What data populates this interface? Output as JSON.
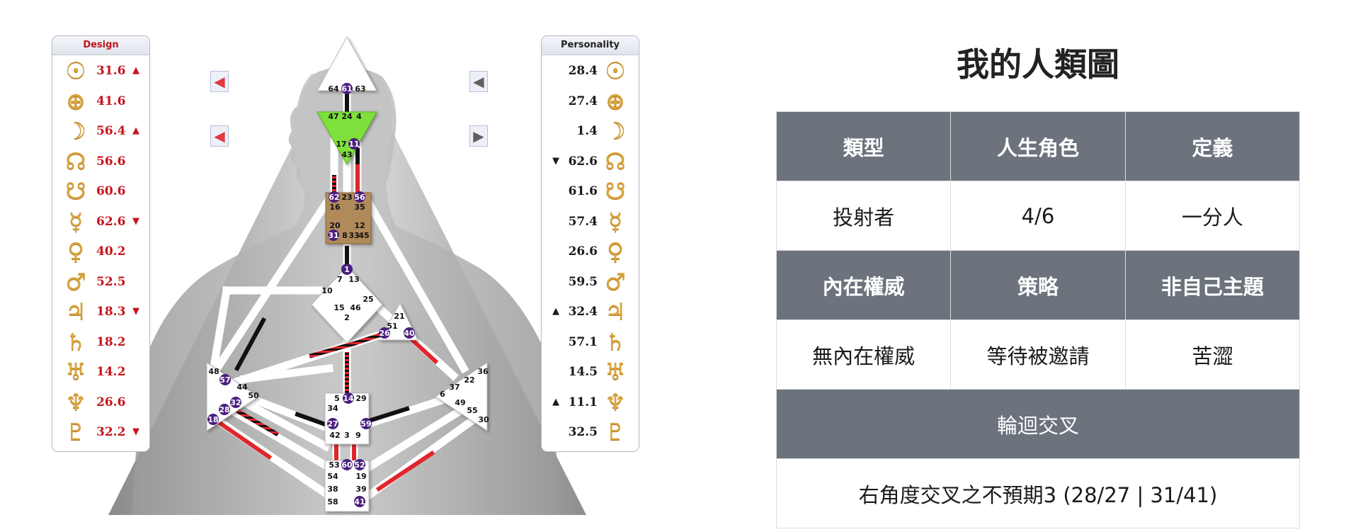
{
  "design_panel": {
    "title": "Design",
    "rows": [
      {
        "icon": "sun-icon",
        "glyph": "☉",
        "value": "31.6",
        "arrow": "▲"
      },
      {
        "icon": "earth-icon",
        "glyph": "⊕",
        "value": "41.6",
        "arrow": ""
      },
      {
        "icon": "moon-icon",
        "glyph": "☽",
        "value": "56.4",
        "arrow": "▲"
      },
      {
        "icon": "north-node-icon",
        "glyph": "☊",
        "value": "56.6",
        "arrow": ""
      },
      {
        "icon": "south-node-icon",
        "glyph": "☋",
        "value": "60.6",
        "arrow": ""
      },
      {
        "icon": "mercury-icon",
        "glyph": "☿",
        "value": "62.6",
        "arrow": "▼"
      },
      {
        "icon": "venus-icon",
        "glyph": "♀",
        "value": "40.2",
        "arrow": ""
      },
      {
        "icon": "mars-icon",
        "glyph": "♂",
        "value": "52.5",
        "arrow": ""
      },
      {
        "icon": "jupiter-icon",
        "glyph": "♃",
        "value": "18.3",
        "arrow": "▼"
      },
      {
        "icon": "saturn-icon",
        "glyph": "♄",
        "value": "18.2",
        "arrow": ""
      },
      {
        "icon": "uranus-icon",
        "glyph": "♅",
        "value": "14.2",
        "arrow": ""
      },
      {
        "icon": "neptune-icon",
        "glyph": "♆",
        "value": "26.6",
        "arrow": ""
      },
      {
        "icon": "pluto-icon",
        "glyph": "♇",
        "value": "32.2",
        "arrow": "▼"
      }
    ]
  },
  "personality_panel": {
    "title": "Personality",
    "rows": [
      {
        "icon": "sun-icon",
        "glyph": "☉",
        "value": "28.4",
        "arrow": ""
      },
      {
        "icon": "earth-icon",
        "glyph": "⊕",
        "value": "27.4",
        "arrow": ""
      },
      {
        "icon": "moon-icon",
        "glyph": "☽",
        "value": "1.4",
        "arrow": ""
      },
      {
        "icon": "north-node-icon",
        "glyph": "☊",
        "value": "62.6",
        "arrow": "▼"
      },
      {
        "icon": "south-node-icon",
        "glyph": "☋",
        "value": "61.6",
        "arrow": ""
      },
      {
        "icon": "mercury-icon",
        "glyph": "☿",
        "value": "57.4",
        "arrow": ""
      },
      {
        "icon": "venus-icon",
        "glyph": "♀",
        "value": "26.6",
        "arrow": ""
      },
      {
        "icon": "mars-icon",
        "glyph": "♂",
        "value": "59.5",
        "arrow": ""
      },
      {
        "icon": "jupiter-icon",
        "glyph": "♃",
        "value": "32.4",
        "arrow": "▲"
      },
      {
        "icon": "saturn-icon",
        "glyph": "♄",
        "value": "57.1",
        "arrow": ""
      },
      {
        "icon": "uranus-icon",
        "glyph": "♅",
        "value": "14.5",
        "arrow": ""
      },
      {
        "icon": "neptune-icon",
        "glyph": "♆",
        "value": "11.1",
        "arrow": "▲"
      },
      {
        "icon": "pluto-icon",
        "glyph": "♇",
        "value": "32.5",
        "arrow": ""
      }
    ]
  },
  "nav_buttons": {
    "design_top": {
      "icon": "arrow-left-icon",
      "glyph": "◀"
    },
    "design_bottom": {
      "icon": "arrow-left-icon",
      "glyph": "◀"
    },
    "personality_top": {
      "icon": "arrow-left-icon",
      "glyph": "◀"
    },
    "personality_bottom": {
      "icon": "arrow-right-icon",
      "glyph": "▶"
    }
  },
  "title": "我的人類圖",
  "info": {
    "type_label": "類型",
    "type_value": "投射者",
    "profile_label": "人生角色",
    "profile_value": "4/6",
    "definition_label": "定義",
    "definition_value": "一分人",
    "authority_label": "內在權威",
    "authority_value": "無內在權威",
    "strategy_label": "策略",
    "strategy_value": "等待被邀請",
    "notself_label": "非自己主題",
    "notself_value": "苦澀",
    "cross_label": "輪迴交叉",
    "cross_value": "右角度交叉之不預期3 (28/27 | 31/41)"
  },
  "colors": {
    "defined_head_center": "#ffffff",
    "defined_ajna_center": "#7ee13a",
    "defined_g_center": "#ffffff",
    "throat_center": "#b08a5a",
    "undefined_center": "#ffffff",
    "design_activation": "#e0262c",
    "personality_activation": "#111111",
    "gate_marker": "#4a1f7e",
    "table_header_bg": "#6c737d"
  },
  "bodygraph": {
    "gates": [
      {
        "num": "64",
        "marked": false
      },
      {
        "num": "61",
        "marked": true
      },
      {
        "num": "63",
        "marked": false
      },
      {
        "num": "47",
        "marked": false
      },
      {
        "num": "24",
        "marked": false
      },
      {
        "num": "4",
        "marked": false
      },
      {
        "num": "17",
        "marked": false
      },
      {
        "num": "11",
        "marked": true
      },
      {
        "num": "43",
        "marked": false
      },
      {
        "num": "62",
        "marked": true
      },
      {
        "num": "23",
        "marked": false
      },
      {
        "num": "56",
        "marked": true
      },
      {
        "num": "16",
        "marked": false
      },
      {
        "num": "35",
        "marked": false
      },
      {
        "num": "20",
        "marked": false
      },
      {
        "num": "12",
        "marked": false
      },
      {
        "num": "31",
        "marked": true
      },
      {
        "num": "8",
        "marked": false
      },
      {
        "num": "33",
        "marked": false
      },
      {
        "num": "45",
        "marked": false
      },
      {
        "num": "1",
        "marked": true
      },
      {
        "num": "7",
        "marked": false
      },
      {
        "num": "13",
        "marked": false
      },
      {
        "num": "10",
        "marked": false
      },
      {
        "num": "25",
        "marked": false
      },
      {
        "num": "15",
        "marked": false
      },
      {
        "num": "46",
        "marked": false
      },
      {
        "num": "2",
        "marked": false
      },
      {
        "num": "21",
        "marked": false
      },
      {
        "num": "51",
        "marked": false
      },
      {
        "num": "26",
        "marked": true
      },
      {
        "num": "40",
        "marked": true
      },
      {
        "num": "48",
        "marked": false
      },
      {
        "num": "57",
        "marked": true
      },
      {
        "num": "44",
        "marked": false
      },
      {
        "num": "50",
        "marked": false
      },
      {
        "num": "32",
        "marked": true
      },
      {
        "num": "28",
        "marked": true
      },
      {
        "num": "18",
        "marked": true
      },
      {
        "num": "5",
        "marked": false
      },
      {
        "num": "14",
        "marked": true
      },
      {
        "num": "29",
        "marked": false
      },
      {
        "num": "34",
        "marked": false
      },
      {
        "num": "27",
        "marked": true
      },
      {
        "num": "59",
        "marked": true
      },
      {
        "num": "42",
        "marked": false
      },
      {
        "num": "3",
        "marked": false
      },
      {
        "num": "9",
        "marked": false
      },
      {
        "num": "36",
        "marked": false
      },
      {
        "num": "22",
        "marked": false
      },
      {
        "num": "37",
        "marked": false
      },
      {
        "num": "6",
        "marked": false
      },
      {
        "num": "49",
        "marked": false
      },
      {
        "num": "55",
        "marked": false
      },
      {
        "num": "30",
        "marked": false
      },
      {
        "num": "53",
        "marked": false
      },
      {
        "num": "60",
        "marked": true
      },
      {
        "num": "52",
        "marked": true
      },
      {
        "num": "54",
        "marked": false
      },
      {
        "num": "19",
        "marked": false
      },
      {
        "num": "38",
        "marked": false
      },
      {
        "num": "39",
        "marked": false
      },
      {
        "num": "58",
        "marked": false
      },
      {
        "num": "41",
        "marked": true
      }
    ]
  }
}
